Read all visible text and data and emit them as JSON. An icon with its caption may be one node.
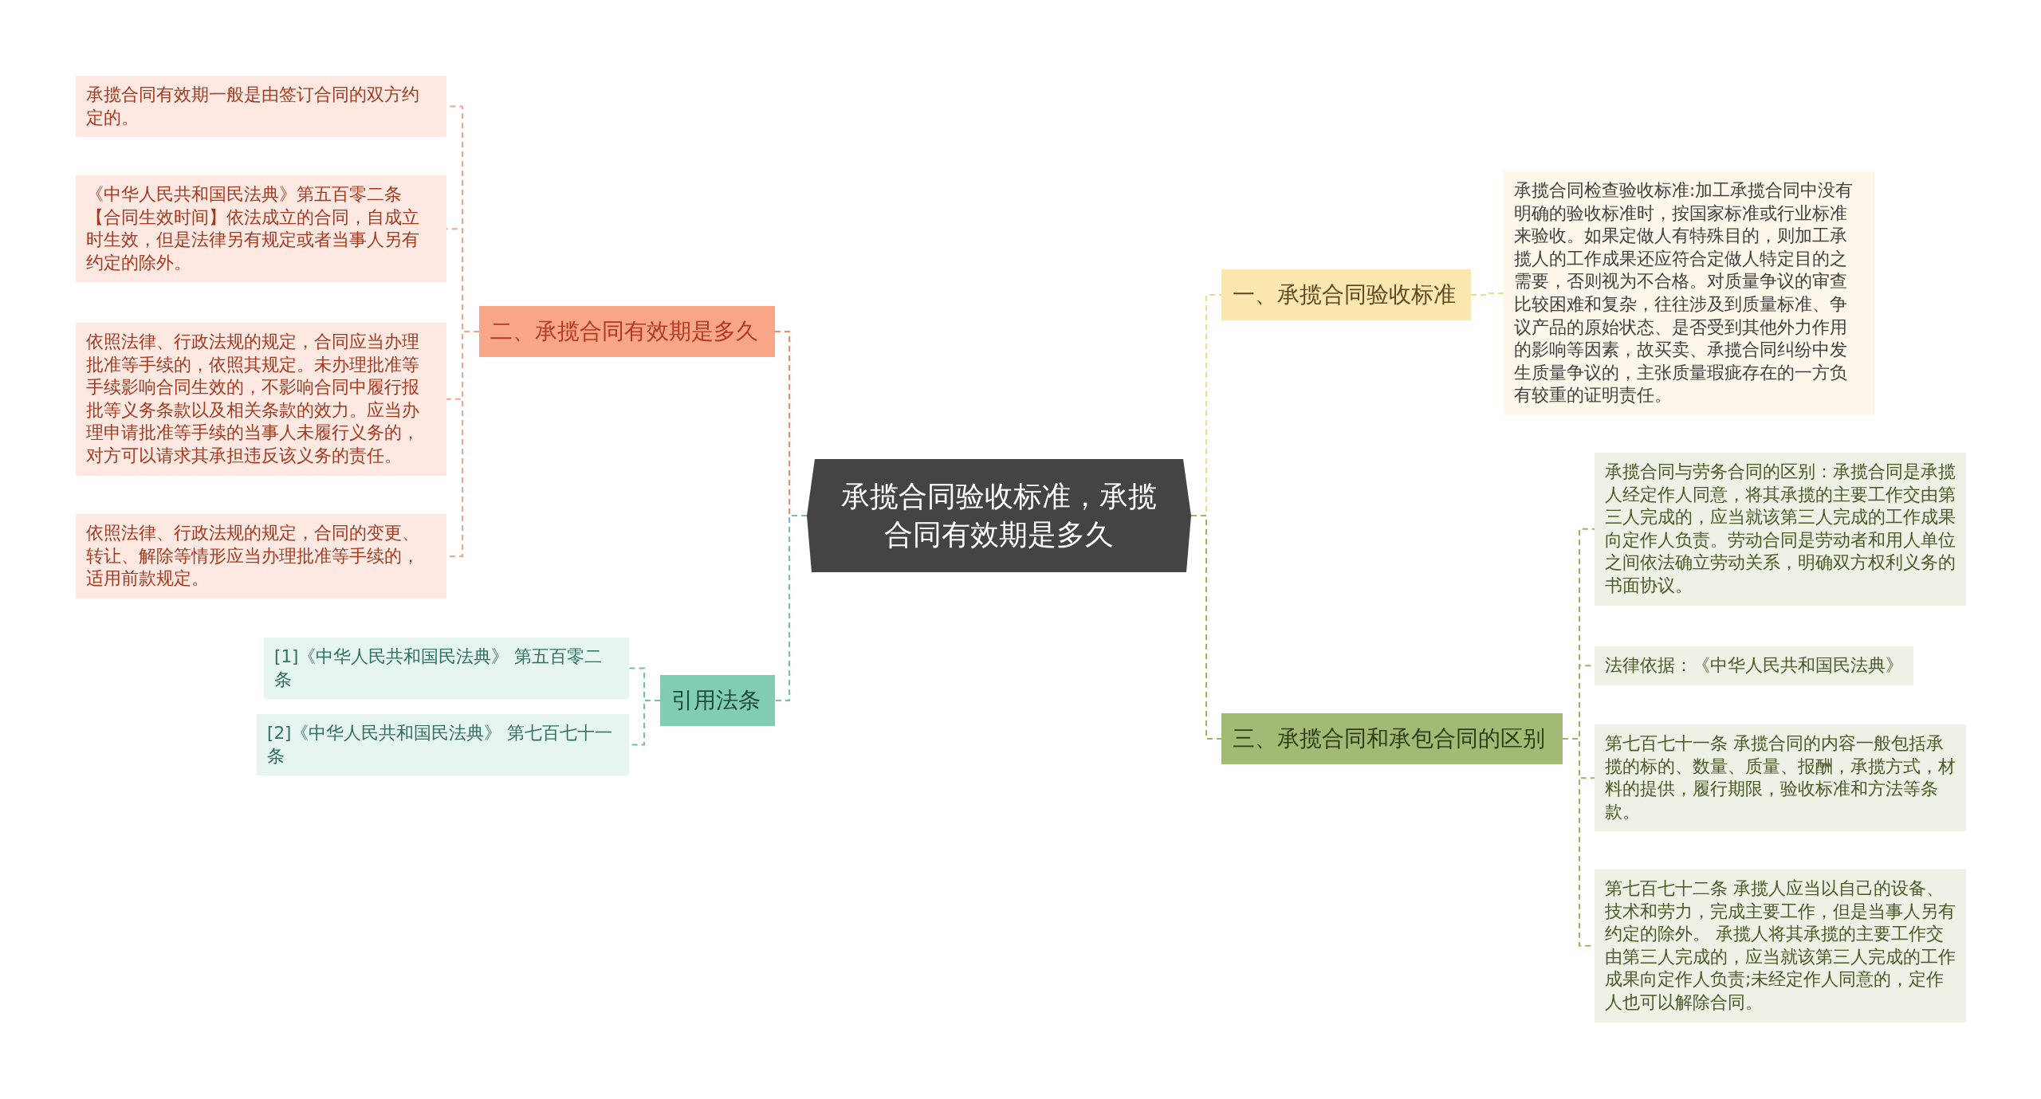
{
  "diagram": {
    "nodes": [
      {
        "text": [
          "承揽合同验收标准，承揽合同有效期是多久"
        ]
      },
      {
        "text": [
          "一、承揽合同验收标准"
        ]
      },
      {
        "text": [
          "承揽合同检查验收标准:加工承揽合同中没有明确的验收标准时，按国家标准或行业标准来验收。如果定做人有特殊目的，则加工承揽人的工作成果还应符合定做人特定目的之需要，否则视为不合格。对质量争议的审查比较困难和复杂，往往涉及到质量标准、争议产品的原始状态、是否受到其他外力作用的影响等因素，故买卖、承揽合同纠纷中发生质量争议的，主张质量瑕疵存在的一方负有较重的证明责任。"
        ]
      },
      {
        "text": [
          "三、承揽合同和承包合同的区别"
        ]
      },
      {
        "text": [
          "承揽合同与劳务合同的区别：承揽合同是承揽人经定作人同意，将其承揽的主要工作交由第三人完成的，应当就该第三人完成的工作成果向定作人负责。劳动合同是劳动者和用人单位之间依法确立劳动关系，明确双方权利义务的书面协议。"
        ]
      },
      {
        "text": [
          "法律依据：《中华人民共和国民法典》"
        ]
      },
      {
        "text": [
          "第七百七十一条 承揽合同的内容一般包括承揽的标的、数量、质量、报酬，承揽方式，材料的提供，履行期限，验收标准和方法等条款。"
        ]
      },
      {
        "text": [
          "第七百七十二条 承揽人应当以自己的设备、技术和劳力，完成主要工作，但是当事人另有约定的除外。 承揽人将其承揽的主要工作交由第三人完成的，应当就该第三人完成的工作成果向定作人负责;未经定作人同意的，定作人也可以解除合同。"
        ]
      },
      {
        "text": [
          "二、承揽合同有效期是多久"
        ]
      },
      {
        "text": [
          "承揽合同有效期一般是由签订合同的双方约定的。"
        ]
      },
      {
        "text": [
          "《中华人民共和国民法典》第五百零二条【合同生效时间】依法成立的合同，自成立时生效，但是法律另有规定或者当事人另有约定的除外。"
        ]
      },
      {
        "text": [
          "依照法律、行政法规的规定，合同应当办理批准等手续的，依照其规定。未办理批准等手续影响合同生效的，不影响合同中履行报批等义务条款以及相关条款的效力。应当办理申请批准等手续的当事人未履行义务的，对方可以请求其承担违反该义务的责任。"
        ]
      },
      {
        "text": [
          "依照法律、行政法规的规定，合同的变更、转让、解除等情形应当办理批准等手续的，适用前款规定。"
        ]
      },
      {
        "text": [
          "引用法条"
        ]
      },
      {
        "text": [
          "[1]《中华人民共和国民法典》 第五百零二条"
        ]
      },
      {
        "text": [
          "[2]《中华人民共和国民法典》 第七百七十一条"
        ]
      }
    ],
    "edges": [
      {
        "from": 0,
        "to": 1,
        "arrow": "none",
        "style": "dashed",
        "color": "#f5d98a"
      },
      {
        "from": 1,
        "to": 2,
        "arrow": "none",
        "style": "dashed",
        "color": "#f5d98a"
      },
      {
        "from": 0,
        "to": 3,
        "arrow": "none",
        "style": "dashed",
        "color": "#9db36a"
      },
      {
        "from": 3,
        "to": 4,
        "arrow": "none",
        "style": "dashed",
        "color": "#9db36a"
      },
      {
        "from": 3,
        "to": 5,
        "arrow": "none",
        "style": "dashed",
        "color": "#9db36a"
      },
      {
        "from": 3,
        "to": 6,
        "arrow": "none",
        "style": "dashed",
        "color": "#9db36a"
      },
      {
        "from": 3,
        "to": 7,
        "arrow": "none",
        "style": "dashed",
        "color": "#9db36a"
      },
      {
        "from": 0,
        "to": 8,
        "arrow": "none",
        "style": "dashed",
        "color": "#f08a68"
      },
      {
        "from": 8,
        "to": 9,
        "arrow": "none",
        "style": "dashed",
        "color": "#f0a58c"
      },
      {
        "from": 8,
        "to": 10,
        "arrow": "none",
        "style": "dashed",
        "color": "#f0a58c"
      },
      {
        "from": 8,
        "to": 11,
        "arrow": "none",
        "style": "dashed",
        "color": "#f0a58c"
      },
      {
        "from": 8,
        "to": 12,
        "arrow": "none",
        "style": "dashed",
        "color": "#f0a58c"
      },
      {
        "from": 0,
        "to": 13,
        "arrow": "none",
        "style": "dashed",
        "color": "#6cc4aa"
      },
      {
        "from": 13,
        "to": 14,
        "arrow": "none",
        "style": "dashed",
        "color": "#6cc4aa"
      },
      {
        "from": 13,
        "to": 15,
        "arrow": "none",
        "style": "dashed",
        "color": "#6cc4aa"
      }
    ]
  }
}
